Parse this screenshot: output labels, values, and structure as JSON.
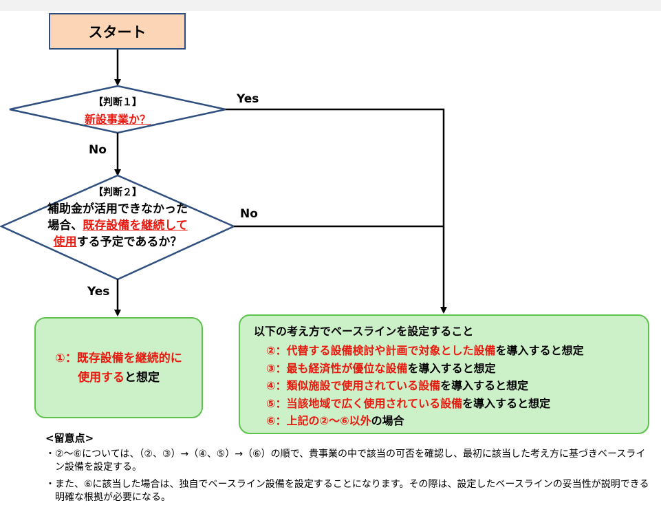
{
  "start": "スタート",
  "judge1": {
    "tag": "【判断１】",
    "question": "新設事業か？"
  },
  "judge2": {
    "tag": "【判断２】",
    "line1": "補助金が活用できなかった",
    "line2a": "場合、",
    "line2b": "既存設備を継続して",
    "line3a": "使用",
    "line3b": "する予定であるか？"
  },
  "labels": {
    "yes1": "Yes",
    "no1": "No",
    "no2": "No",
    "yes2": "Yes"
  },
  "box_left": {
    "line1": "①：既存設備を継続的に",
    "line2a": "使用する",
    "line2b": "と想定"
  },
  "box_right": {
    "title": "以下の考え方でベースラインを設定すること",
    "items": [
      {
        "red": "②：代替する設備検討や計画で対象とした設備",
        "black": "を導入すると想定"
      },
      {
        "red": "③：最も経済性が優位な設備",
        "black": "を導入すると想定"
      },
      {
        "red": "④：類似施設で使用されている設備",
        "black": "を導入すると想定"
      },
      {
        "red": "⑤：当該地域で広く使用されている設備",
        "black": "を導入すると想定"
      },
      {
        "red": "⑥：上記の②～⑥以外",
        "black": "の場合"
      }
    ]
  },
  "notes": {
    "heading": "<留意点>",
    "items": [
      "・②～⑥については、（②、③）→（④、⑤）→（⑥）の順で、貴事業の中で該当の可否を確認し、最初に該当した考え方に基づきベースライン設備を設定する。",
      "・また、⑥に該当した場合は、独自でベースライン設備を設定することになります。その際は、設定したベースラインの妥当性が説明できる明確な根拠が必要になる。"
    ]
  },
  "colors": {
    "start_fill": "#fbd5b5",
    "diamond_stroke": "#2f4f7f",
    "box_fill": "#ccf0c8",
    "box_border": "#5fc24f",
    "emphasis": "#e8190f"
  }
}
